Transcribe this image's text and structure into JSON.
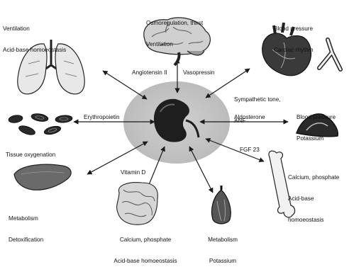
{
  "center": "kidney",
  "organs": {
    "lungs": {
      "name": "lungs-icon",
      "lines": [
        "Ventilation",
        "Acid-base homoeostasis"
      ]
    },
    "brain": {
      "name": "brain-icon",
      "lines": [
        "Osmoregulation, thirst",
        "Ventilation"
      ]
    },
    "heart": {
      "name": "heart-icon",
      "lines": [
        "Blood pressure",
        "Cardiac rhythm"
      ]
    },
    "red_cells": {
      "name": "red-blood-cells-icon",
      "lines": [
        "Tissue oxygenation"
      ]
    },
    "adrenal": {
      "name": "adrenal-gland-icon",
      "lines": [
        "Blood pressure",
        "Potassium"
      ]
    },
    "liver": {
      "name": "liver-icon",
      "lines": [
        "Metabolism",
        "Detoxification"
      ]
    },
    "bone": {
      "name": "bone-icon",
      "lines": [
        "Calcium, phosphate",
        "Acid-base",
        "homoeostasis"
      ]
    },
    "intestine": {
      "name": "intestine-icon",
      "lines": [
        "Calcium, phosphate",
        "Acid-base homoeostasis"
      ]
    },
    "muscle": {
      "name": "muscle-icon",
      "lines": [
        "Metabolism",
        "Potassium"
      ]
    }
  },
  "mediators": {
    "angiotensin": "Angiotensin II",
    "vasopressin": "Vasopressin",
    "sympathetic": [
      "Sympathetic tone,",
      "ANF"
    ],
    "erythropoietin": "Erythropoietin",
    "aldosterone": "Aldosterone",
    "fgf23": "FGF 23",
    "vitamin_d": "Vitamin D"
  },
  "colors": {
    "halo": "#c4c4c4",
    "line": "#1a1a1a",
    "organ_fill": "#d9d9d9"
  }
}
